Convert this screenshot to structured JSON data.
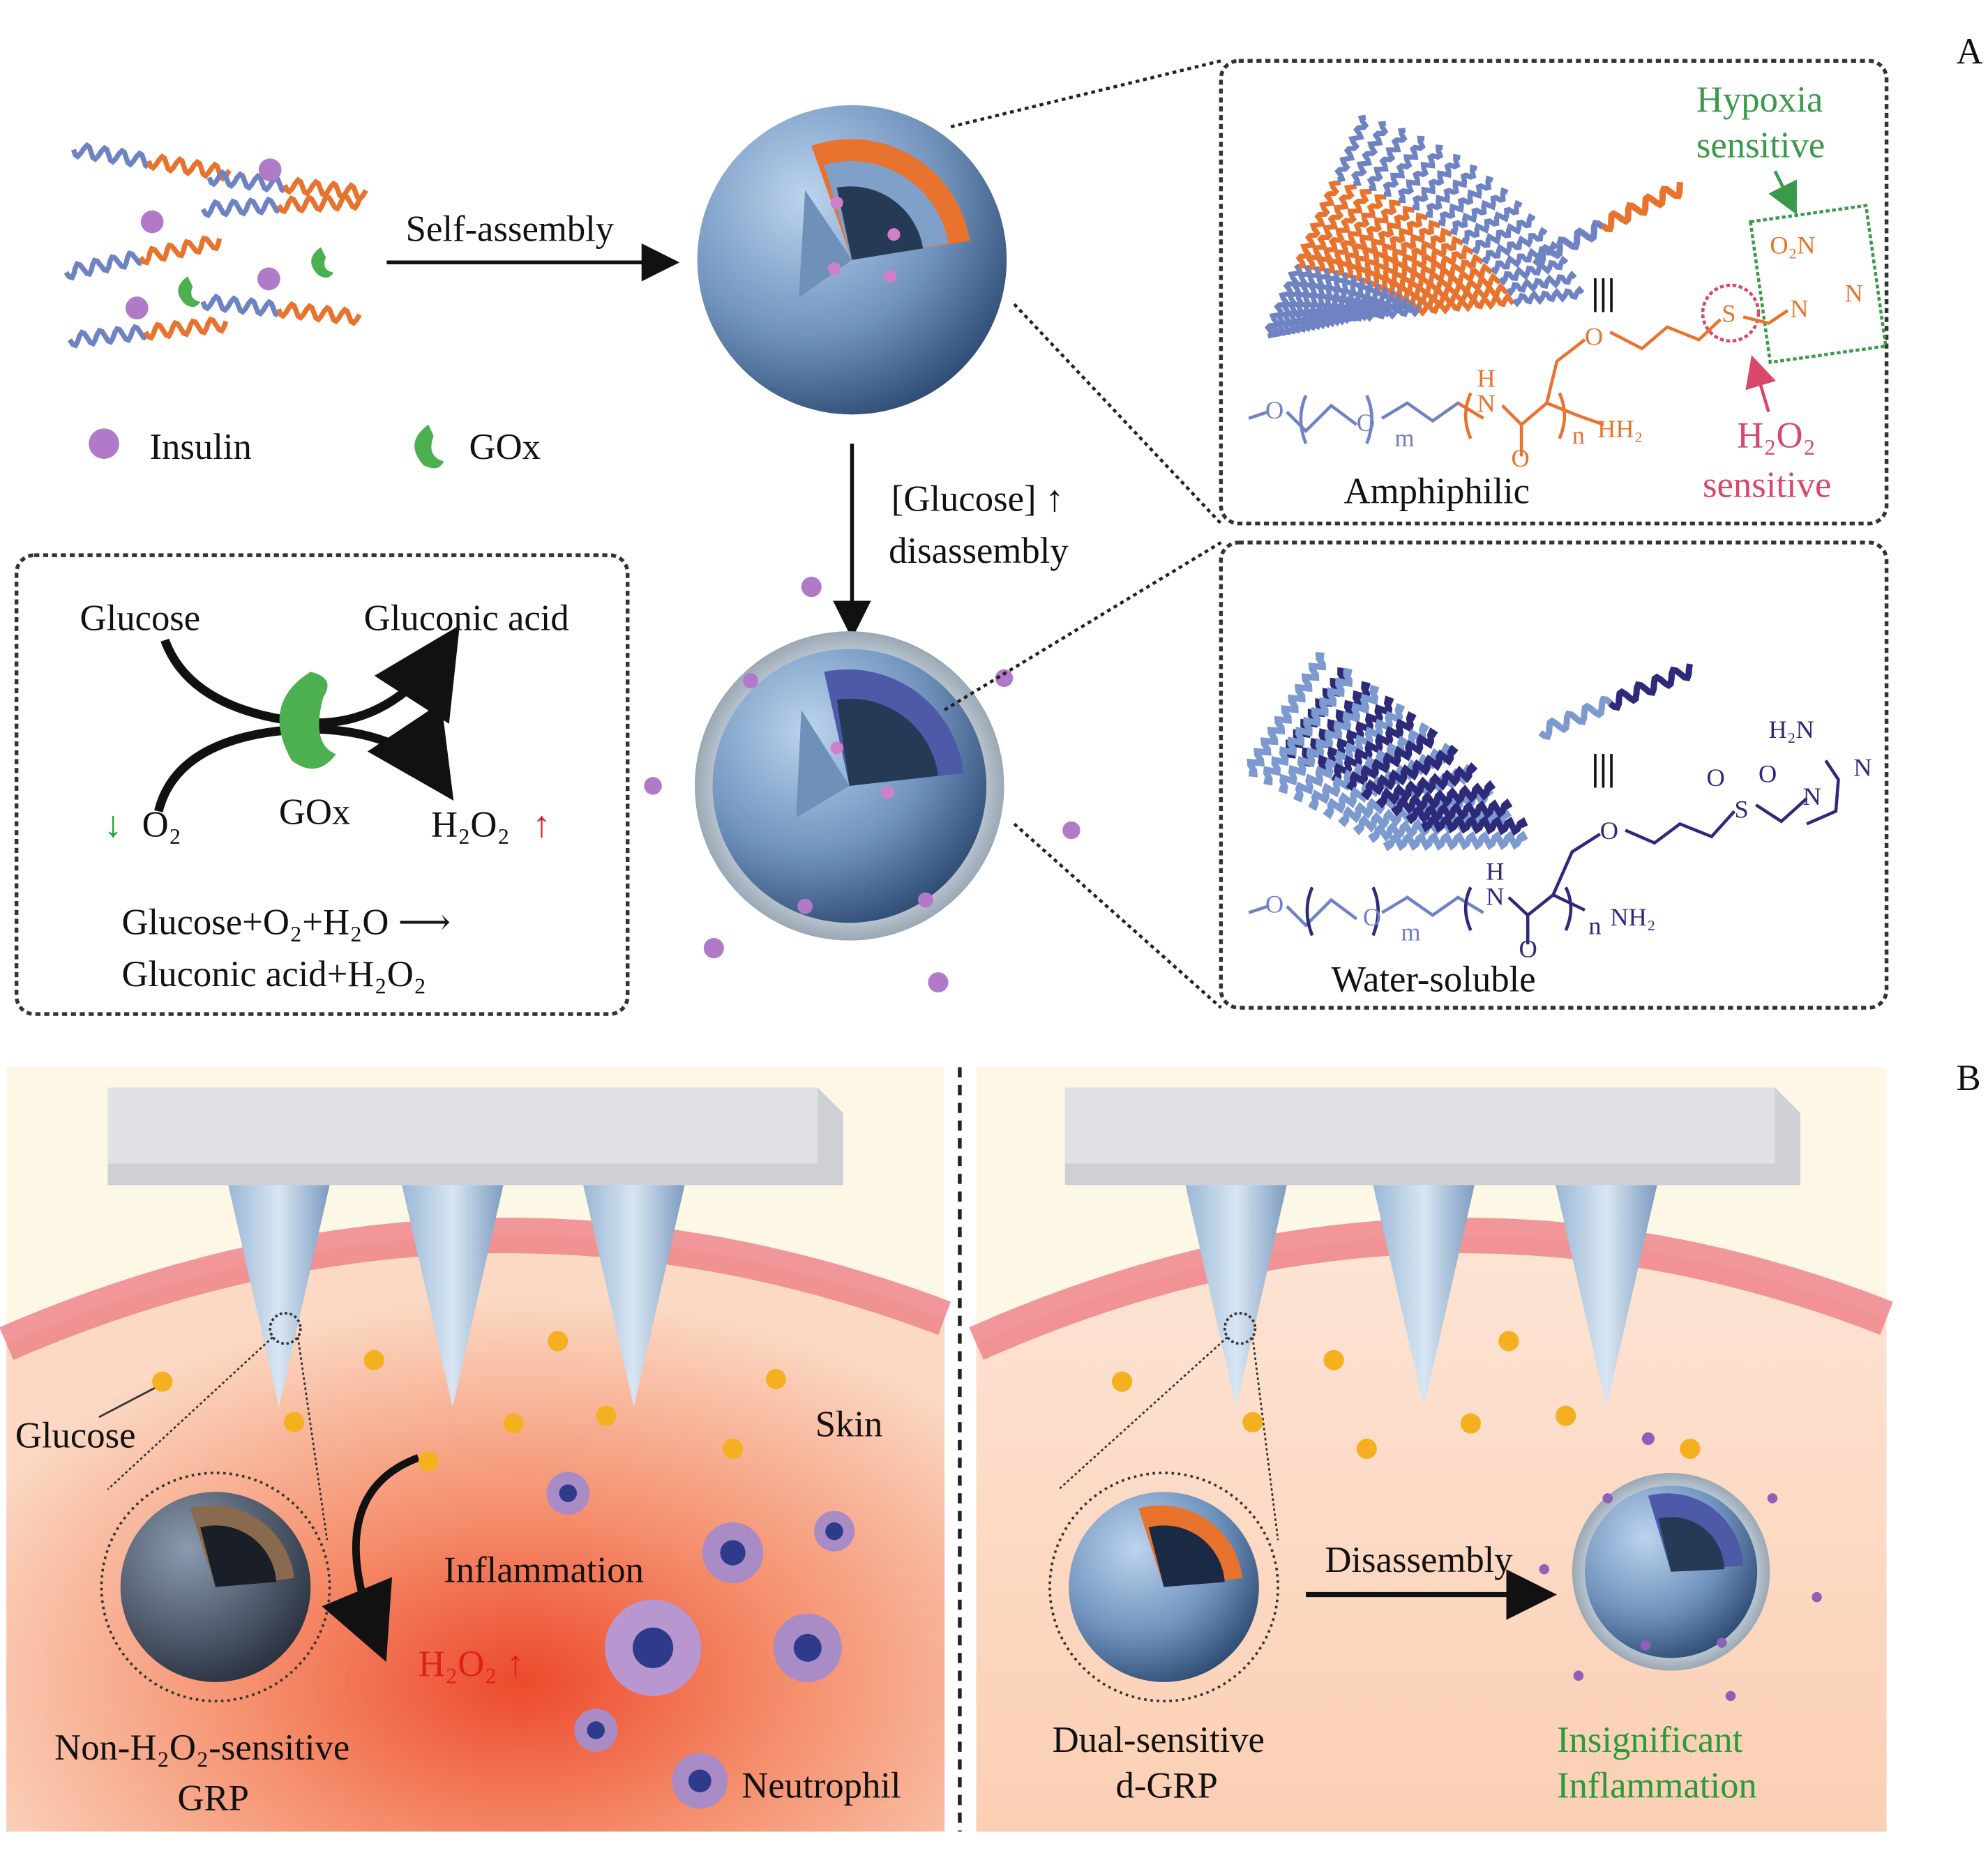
{
  "panel_labels": {
    "a": "A",
    "b": "B"
  },
  "panel_a": {
    "self_assembly": "Self-assembly",
    "legend": {
      "insulin": "Insulin",
      "gox": "GOx"
    },
    "glucose_trigger": "[Glucose] ↑",
    "disassembly": "disassembly",
    "reaction_box": {
      "glucose": "Glucose",
      "gluconic_acid": "Gluconic acid",
      "gox": "GOx",
      "o2": "O₂",
      "h2o2": "H₂O₂",
      "o2_arrow": "↓",
      "h2o2_arrow": "↑",
      "equation_line1": "Glucose+O₂+H₂O ⟶",
      "equation_line2": "Gluconic acid+H₂O₂"
    },
    "amphiphilic_box": {
      "title": "Amphiphilic",
      "equiv": "|||",
      "hypoxia_label_1": "Hypoxia",
      "hypoxia_label_2": "sensitive",
      "h2o2_label_1": "H₂O₂",
      "h2o2_label_2": "sensitive",
      "atoms": {
        "o1": "O",
        "o2": "O",
        "m": "m",
        "h": "H",
        "n_atom": "N",
        "o_carbonyl": "O",
        "n_sub": "n",
        "terminal": "HH₂",
        "o_ether": "O",
        "s": "S",
        "o2n": "O₂N",
        "n_ring1": "N",
        "n_ring2": "N"
      }
    },
    "water_soluble_box": {
      "title": "Water-soluble",
      "equiv": "|||",
      "atoms": {
        "o1": "O",
        "o2": "O",
        "m": "m",
        "h": "H",
        "n_atom": "N",
        "o_carbonyl": "O",
        "n_sub": "n",
        "terminal": "NH₂",
        "o_ether": "O",
        "s": "S",
        "so_o1": "O",
        "so_o2": "O",
        "h2n": "H₂N",
        "n_ring1": "N",
        "n_ring2": "N"
      }
    }
  },
  "panel_b": {
    "left": {
      "glucose": "Glucose",
      "skin": "Skin",
      "inflammation": "Inflammation",
      "h2o2": "H₂O₂ ↑",
      "particle_label_1": "Non-H₂O₂-sensitive",
      "particle_label_2": "GRP",
      "neutrophil": "Neutrophil"
    },
    "right": {
      "disassembly": "Disassembly",
      "particle_label_1": "Dual-sensitive",
      "particle_label_2": "d-GRP",
      "outcome_1": "Insignificant",
      "outcome_2": "Inflammation"
    }
  },
  "colors": {
    "peg_blue": "#6f83c2",
    "hydrophobic_orange": "#e8732e",
    "hydrophilic_navy": "#2e2a7a",
    "insulin_purple": "#b07ac8",
    "gox_green": "#4caf50",
    "hypoxia_green": "#3a9a4a",
    "h2o2_pink": "#d9476a",
    "inflammation_red": "#e8452a",
    "outcome_green": "#2a9a3a"
  }
}
